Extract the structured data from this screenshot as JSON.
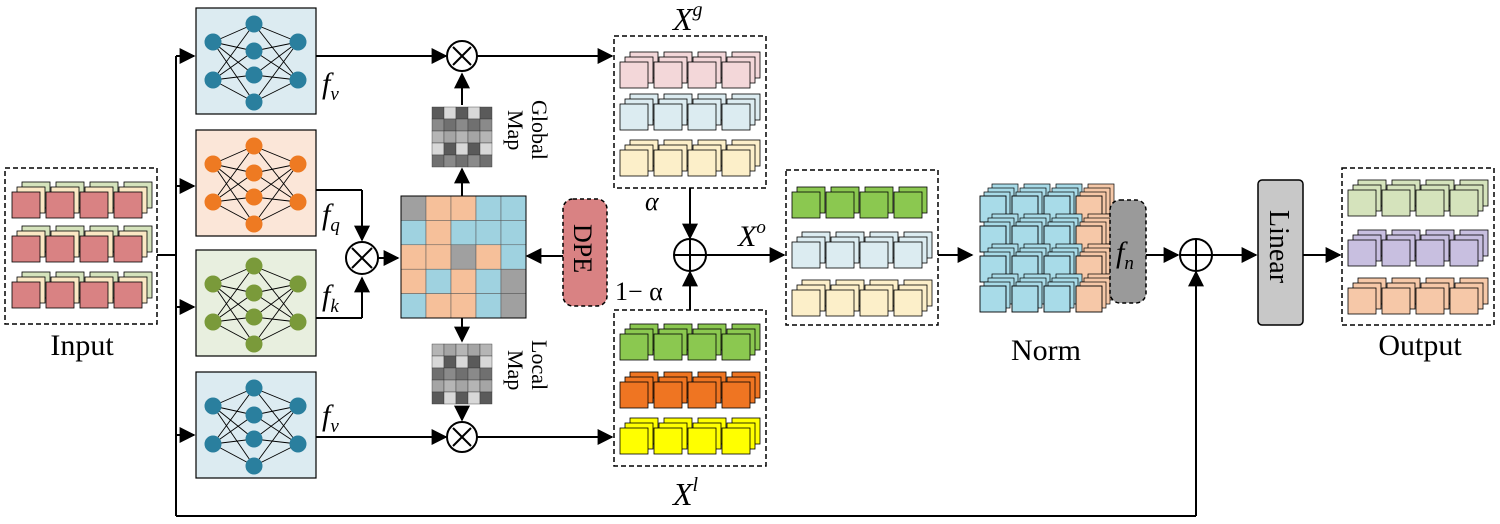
{
  "labels": {
    "input": "Input",
    "output": "Output",
    "norm": "Norm",
    "linear": "Linear",
    "dpe": "DPE",
    "global_map_line1": "Global",
    "global_map_line2": "Map",
    "local_map_line1": "Local",
    "local_map_line2": "Map",
    "alpha": "α",
    "one_minus_alpha": "1− α"
  },
  "math": {
    "f": "f",
    "sub_v": "v",
    "sub_q": "q",
    "sub_k": "k",
    "sub_n": "n",
    "x": "X",
    "sup_g": "g",
    "sup_l": "l",
    "sup_o": "o"
  },
  "colors": {
    "input_tile": "#d98283",
    "input_back": "#d5e3bc",
    "input_mid": "#fbe8c4",
    "mlp_blue_bg": "#dcebf1",
    "mlp_blue_node": "#2a7f9e",
    "mlp_orange_bg": "#fbe6d8",
    "mlp_orange_node": "#ee7a22",
    "mlp_green_bg": "#e8efdf",
    "mlp_green_node": "#7a9a3a",
    "attention_blue": "#9fd2e0",
    "attention_orange": "#f6c09a",
    "attention_gray": "#a0a0a0",
    "dpe_fill": "#d98283",
    "xg_pink": "#f3d7d9",
    "xg_blue": "#dcecf1",
    "xg_yellow": "#fcefc9",
    "xl_green": "#8bc850",
    "xl_orange": "#ef7522",
    "xl_yellow": "#ffff00",
    "xo_green": "#8bc850",
    "norm_blue": "#a8dbe8",
    "norm_orange": "#f6c8a8",
    "fn_gray": "#9a9a9a",
    "linear_gray": "#c8c8c8",
    "out_green": "#d5e3bc",
    "out_purple": "#c8bfe0",
    "out_orange": "#f6c8a8"
  },
  "icons": {
    "multiply": "circle-times-icon",
    "add": "circle-plus-icon",
    "mlp": "neural-network-icon"
  }
}
